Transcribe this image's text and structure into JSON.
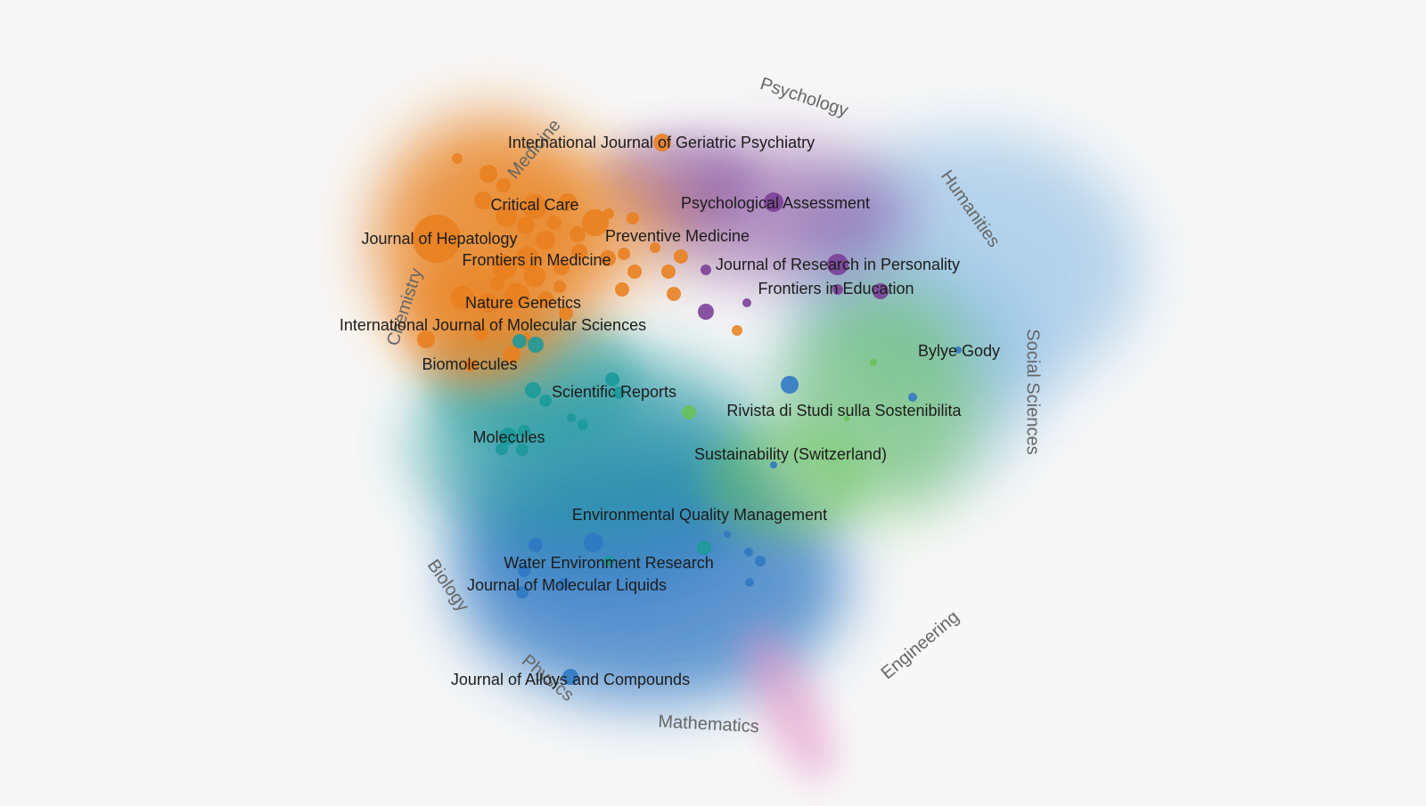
{
  "chart_data": {
    "type": "scatter",
    "title": "",
    "field_labels": [
      {
        "text": "Psychology"
      },
      {
        "text": "Medicine"
      },
      {
        "text": "Humanities"
      },
      {
        "text": "Chemistry"
      },
      {
        "text": "Social Sciences"
      },
      {
        "text": "Biology"
      },
      {
        "text": "Physics"
      },
      {
        "text": "Engineering"
      },
      {
        "text": "Mathematics"
      }
    ],
    "journals": [
      {
        "name": "International Journal of Geriatric Psychiatry",
        "field": "Medicine"
      },
      {
        "name": "Psychological Assessment",
        "field": "Psychology"
      },
      {
        "name": "Critical Care",
        "field": "Medicine"
      },
      {
        "name": "Journal of Hepatology",
        "field": "Medicine"
      },
      {
        "name": "Preventive Medicine",
        "field": "Medicine"
      },
      {
        "name": "Frontiers in Medicine",
        "field": "Medicine"
      },
      {
        "name": "Journal of Research in Personality",
        "field": "Psychology"
      },
      {
        "name": "Frontiers in Education",
        "field": "Psychology"
      },
      {
        "name": "Nature Genetics",
        "field": "Medicine"
      },
      {
        "name": "International Journal of Molecular Sciences",
        "field": "Chemistry"
      },
      {
        "name": "Bylye Gody",
        "field": "Humanities"
      },
      {
        "name": "Biomolecules",
        "field": "Chemistry"
      },
      {
        "name": "Scientific Reports",
        "field": "Chemistry"
      },
      {
        "name": "Rivista di Studi sulla Sostenibilita",
        "field": "Social Sciences"
      },
      {
        "name": "Molecules",
        "field": "Chemistry"
      },
      {
        "name": "Sustainability (Switzerland)",
        "field": "Social Sciences"
      },
      {
        "name": "Environmental Quality Management",
        "field": "Engineering"
      },
      {
        "name": "Water Environment Research",
        "field": "Engineering"
      },
      {
        "name": "Journal of Molecular Liquids",
        "field": "Physics"
      },
      {
        "name": "Journal of Alloys and Compounds",
        "field": "Physics"
      }
    ],
    "colors": {
      "Medicine": "#e8801f",
      "Psychology": "#7a3c96",
      "Chemistry": "#1a9a9a",
      "Biology": "#2f78c4",
      "Physics": "#2f78c4",
      "Engineering": "#2f78c4",
      "Social Sciences": "#66c255",
      "Humanities": "#7fb6e3",
      "Mathematics": "#e38ac3"
    },
    "legend": "none",
    "grid": false
  }
}
